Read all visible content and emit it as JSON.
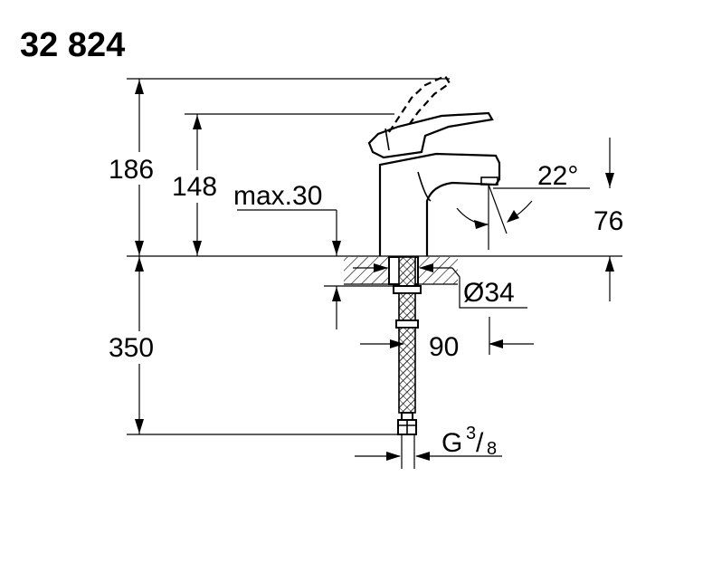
{
  "title": "32 824",
  "dimensions": {
    "lever_height": "186",
    "body_height": "148",
    "deck_thickness": "max.30",
    "angle": "22°",
    "spout_height": "76",
    "hole_diameter": "Ø34",
    "below_deck": "350",
    "spout_reach": "90",
    "connection_prefix": "G",
    "connection_numerator": "3",
    "connection_slash": "/",
    "connection_denominator": "8"
  },
  "colors": {
    "line": "#000000",
    "background": "#ffffff"
  }
}
